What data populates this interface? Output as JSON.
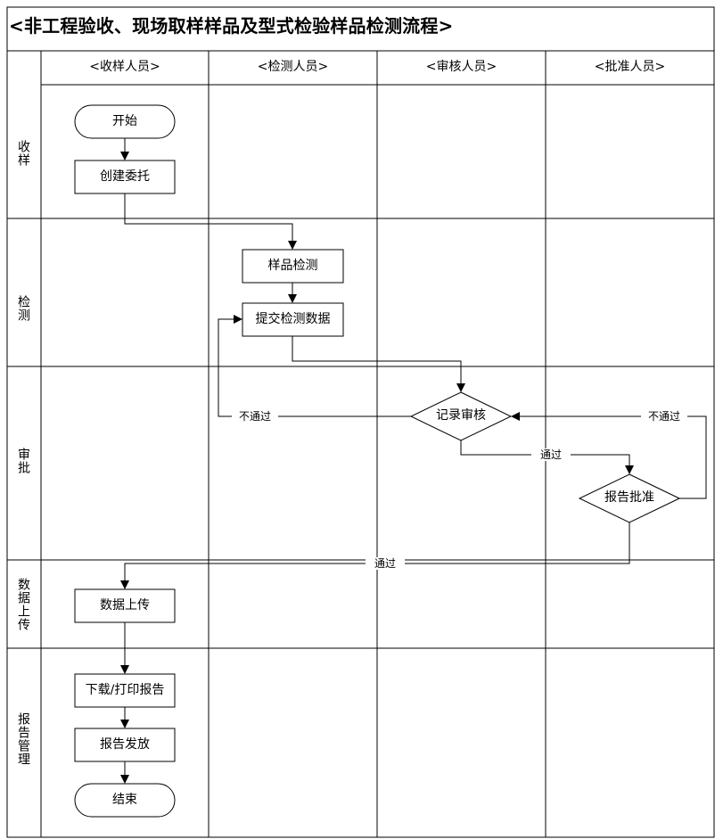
{
  "title": "<非工程验收、现场取样样品及型式检验样品检测流程>",
  "lanes": [
    "<收样人员>",
    "<检测人员>",
    "<审核人员>",
    "<批准人员>"
  ],
  "phases": [
    "收样",
    "检测",
    "审批",
    "数据上传",
    "报告管理"
  ],
  "nodes": {
    "start": "开始",
    "create_commission": "创建委托",
    "sample_test": "样品检测",
    "submit_data": "提交检测数据",
    "record_review": "记录审核",
    "report_approval": "报告批准",
    "data_upload": "数据上传",
    "download_print": "下载/打印报告",
    "report_issue": "报告发放",
    "end": "结束"
  },
  "edges": {
    "reject_review": "不通过",
    "pass_review": "通过",
    "reject_approval": "不通过",
    "pass_approval": "通过"
  }
}
